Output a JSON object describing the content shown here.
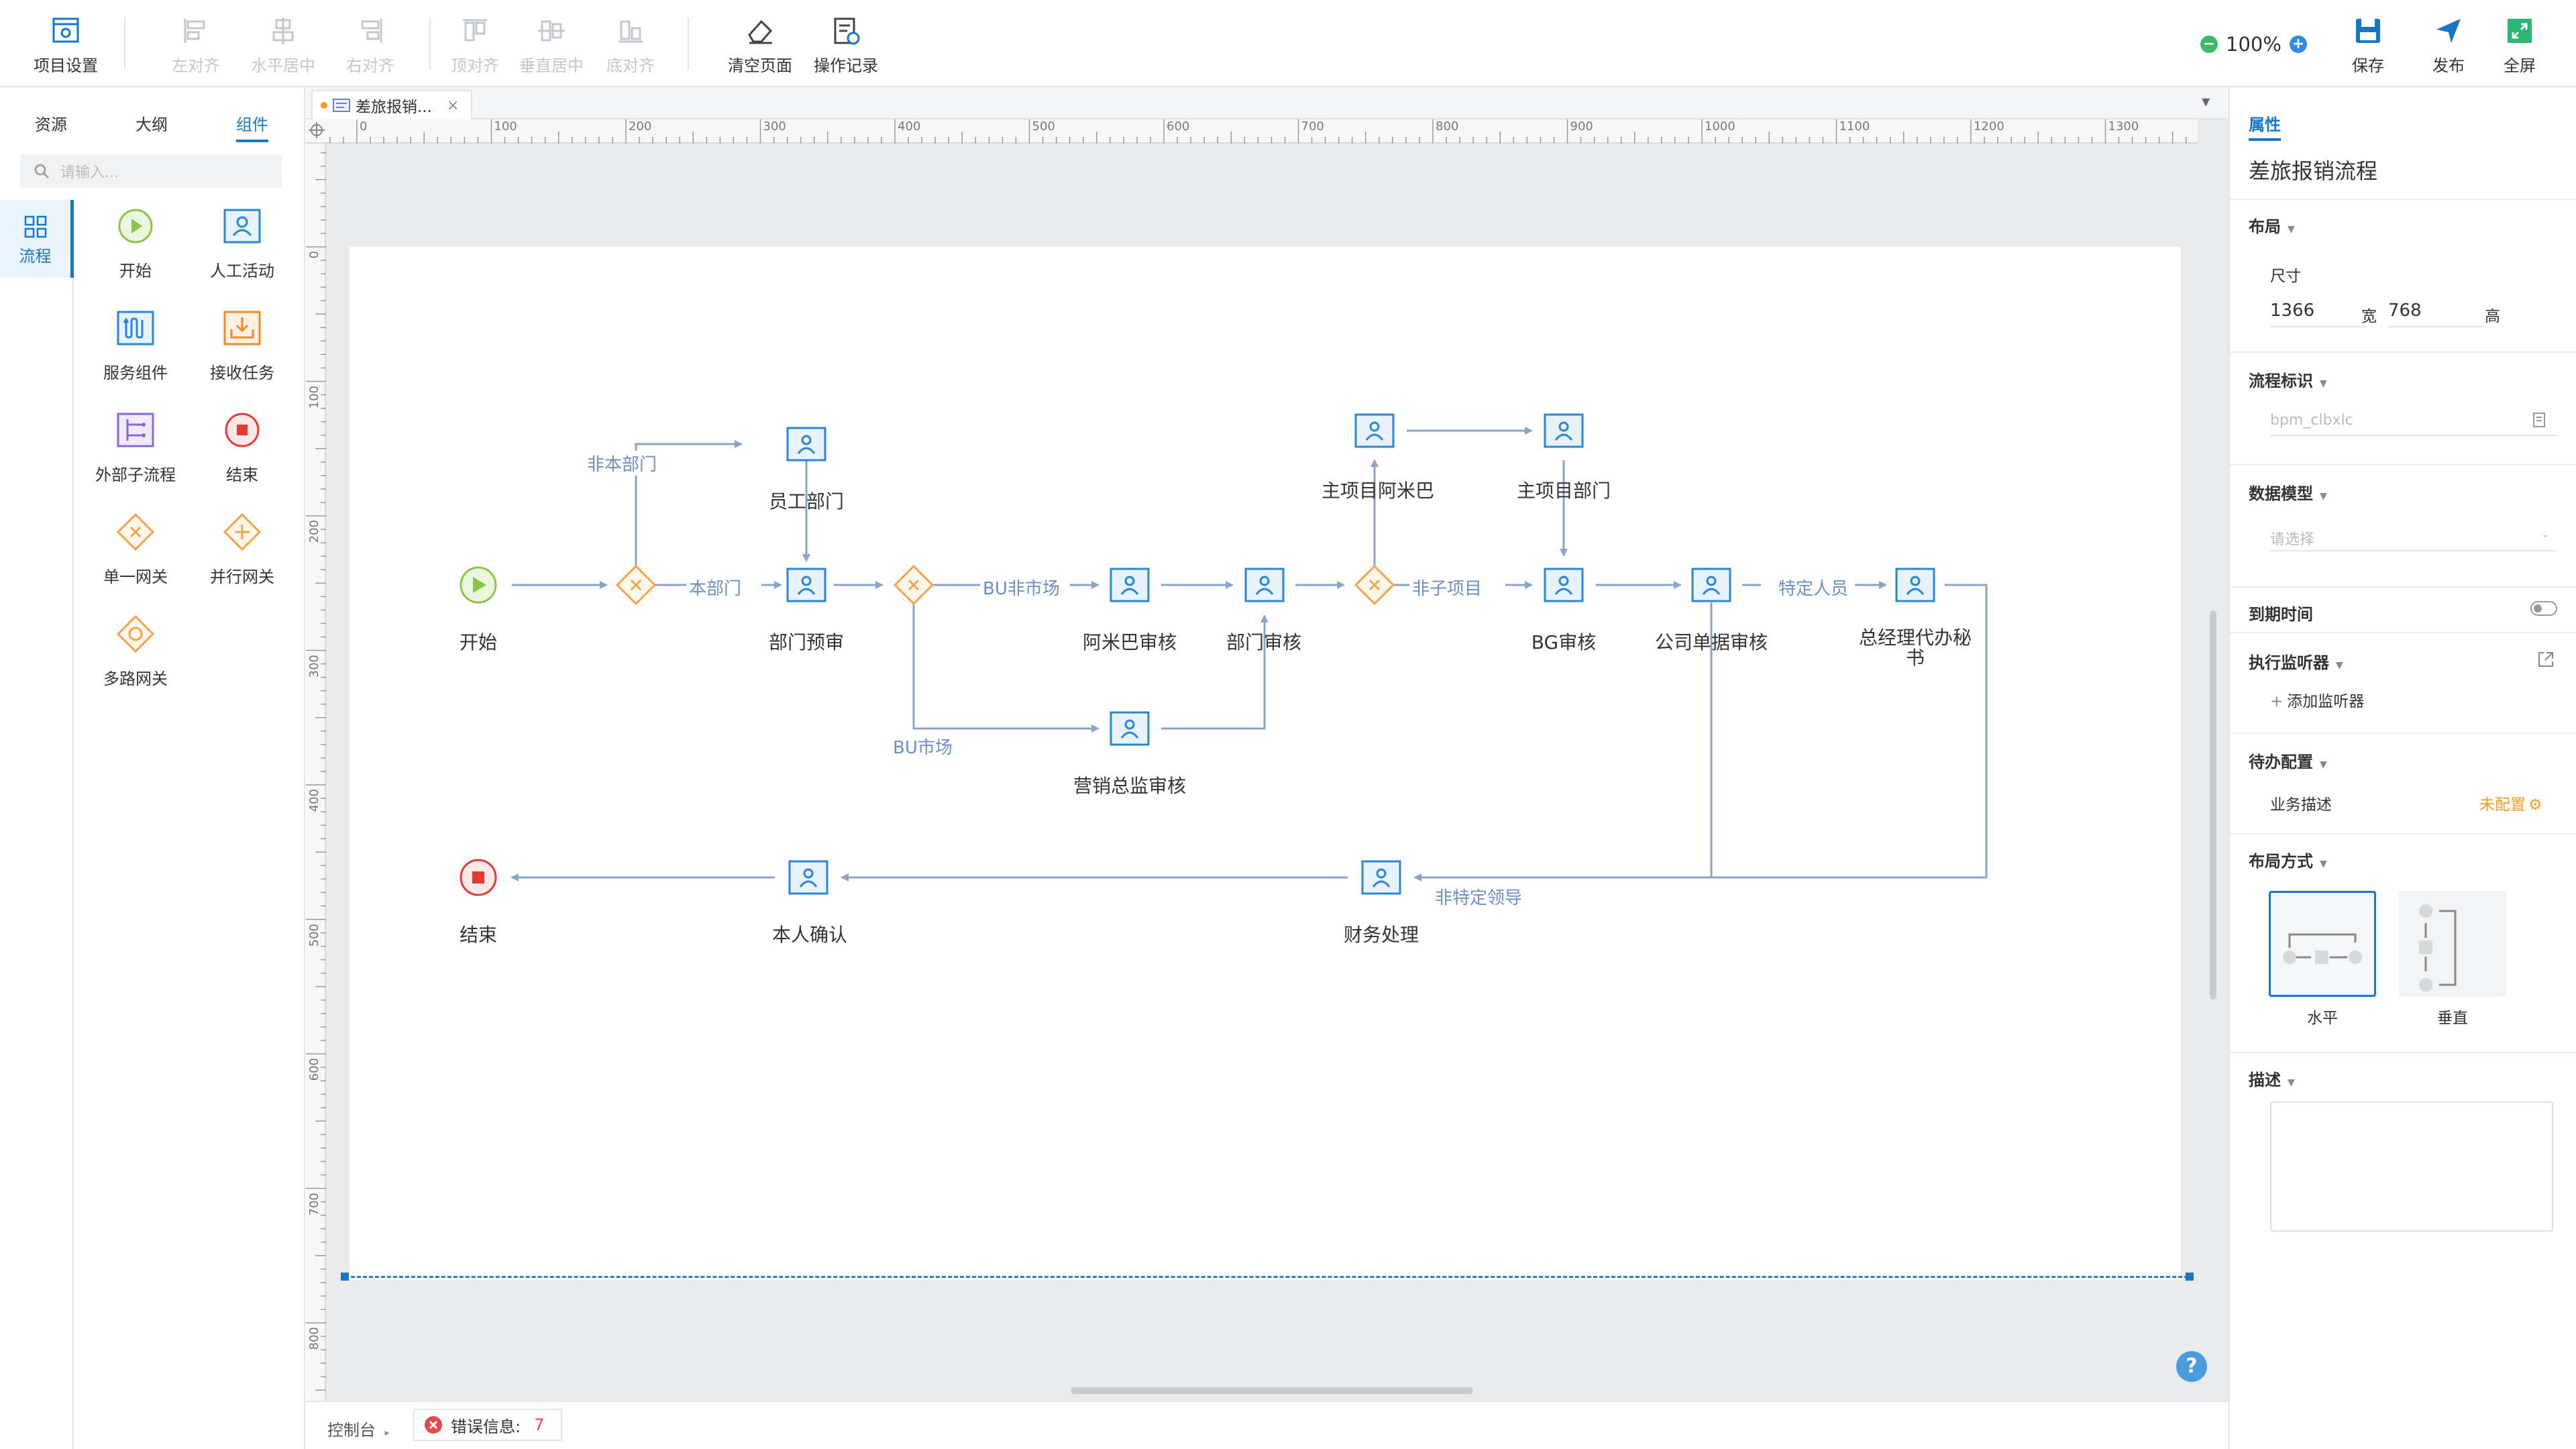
{
  "toolbar": {
    "project_settings": "项目设置",
    "align_left": "左对齐",
    "align_hcenter": "水平居中",
    "align_right": "右对齐",
    "align_top": "顶对齐",
    "align_vcenter": "垂直居中",
    "align_bottom": "底对齐",
    "clear_page": "清空页面",
    "history": "操作记录",
    "zoom": "100%",
    "save": "保存",
    "publish": "发布",
    "fullscreen": "全屏"
  },
  "left": {
    "tabs": [
      "资源",
      "大纲",
      "组件"
    ],
    "search_placeholder": "请输入...",
    "nav_item": "流程",
    "components": [
      {
        "label": "开始",
        "icon": "start-event-icon"
      },
      {
        "label": "人工活动",
        "icon": "user-task-icon"
      },
      {
        "label": "服务组件",
        "icon": "service-task-icon"
      },
      {
        "label": "接收任务",
        "icon": "receive-task-icon"
      },
      {
        "label": "外部子流程",
        "icon": "subprocess-icon"
      },
      {
        "label": "结束",
        "icon": "end-event-icon"
      },
      {
        "label": "单一网关",
        "icon": "exclusive-gateway-icon"
      },
      {
        "label": "并行网关",
        "icon": "parallel-gateway-icon"
      },
      {
        "label": "多路网关",
        "icon": "inclusive-gateway-icon"
      }
    ]
  },
  "doc": {
    "tab_title": "差旅报销..."
  },
  "ruler": {
    "h_labels": [
      "0",
      "100",
      "200",
      "300",
      "400",
      "500",
      "600",
      "700",
      "800",
      "900",
      "1000",
      "1100",
      "1200",
      "1300"
    ],
    "v_labels": [
      "0",
      "100",
      "200",
      "300",
      "400",
      "500",
      "600",
      "700",
      "800"
    ]
  },
  "flow": {
    "nodes": {
      "start": "开始",
      "emp_dept": "员工部门",
      "dept_pre": "部门预审",
      "amiba": "阿米巴审核",
      "dept_review": "部门审核",
      "marketing": "营销总监审核",
      "main_amiba": "主项目阿米巴",
      "main_dept": "主项目部门",
      "bg": "BG审核",
      "company": "公司单据审核",
      "gm_sec_1": "总经理代办秘",
      "gm_sec_2": "书",
      "finance": "财务处理",
      "self_confirm": "本人确认",
      "end": "结束"
    },
    "edges": {
      "not_dept": "非本部门",
      "this_dept": "本部门",
      "bu_non_market": "BU非市场",
      "bu_market": "BU市场",
      "non_sub": "非子项目",
      "specific": "特定人员",
      "non_specific": "非特定领导"
    }
  },
  "bottom": {
    "console": "控制台",
    "error_label": "错误信息:",
    "error_count": "7"
  },
  "props": {
    "tab": "属性",
    "title": "差旅报销流程",
    "layout_sec": "布局",
    "size_label": "尺寸",
    "width": "1366",
    "width_unit": "宽",
    "height": "768",
    "height_unit": "高",
    "flow_id_sec": "流程标识",
    "flow_id_placeholder": "bpm_clbxlc",
    "data_model_sec": "数据模型",
    "data_model_placeholder": "请选择",
    "due_sec": "到期时间",
    "listener_sec": "执行监听器",
    "add_listener": "添加监听器",
    "todo_sec": "待办配置",
    "biz_desc": "业务描述",
    "not_configured": "未配置",
    "layout_mode_sec": "布局方式",
    "horizontal": "水平",
    "vertical": "垂直",
    "desc_sec": "描述"
  },
  "colors": {
    "accent": "#1677c8",
    "flow_line": "#8aa4c8",
    "start_green": "#8bc34a",
    "end_red": "#e53935",
    "gateway_orange": "#f5a24a",
    "warn_orange": "#f59a23"
  }
}
